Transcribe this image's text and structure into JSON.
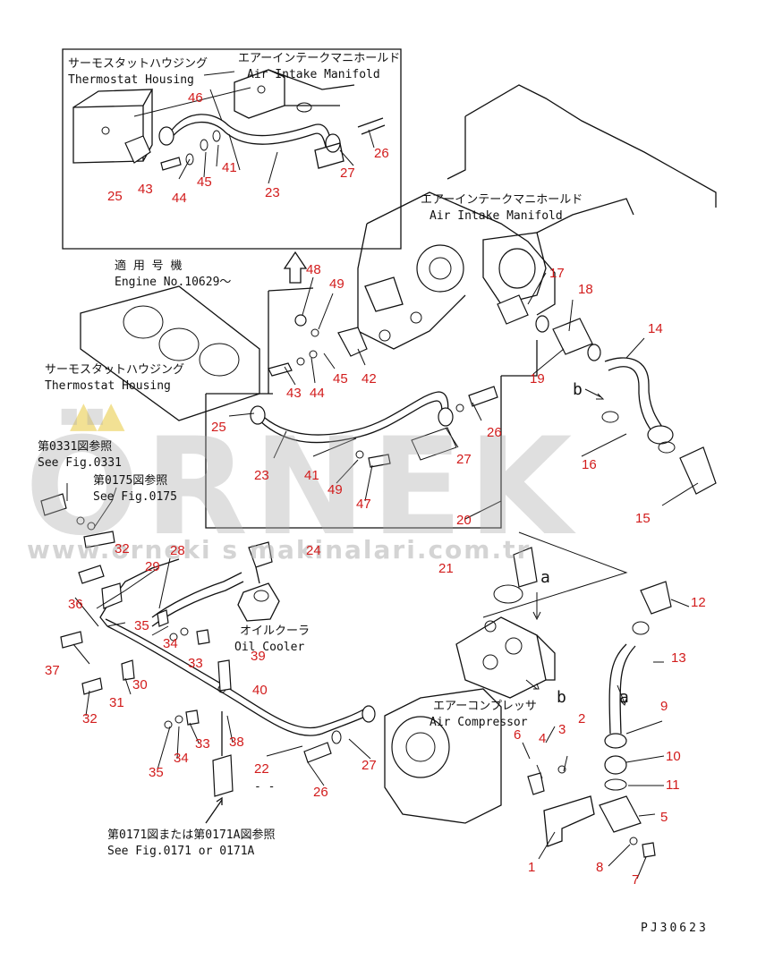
{
  "labels": {
    "thermo_jp_top": "サーモスタットハウジング",
    "thermo_en_top": "Thermostat Housing",
    "intake_jp_top": "エアーインテークマニホールド",
    "intake_en_top": "Air Intake Manifold",
    "intake_jp_mid": "エアーインテークマニホールド",
    "intake_en_mid": "Air Intake Manifold",
    "engine_jp": "適 用 号 機",
    "engine_en": "Engine No.10629～",
    "thermo_jp_mid": "サーモスタットハウジング",
    "thermo_en_mid": "Thermostat Housing",
    "ref_0331_jp": "第0331図参照",
    "ref_0331_en": "See Fig.0331",
    "ref_0175_jp": "第0175図参照",
    "ref_0175_en": "See Fig.0175",
    "oil_jp": "オイルクーラ",
    "oil_en": "Oil Cooler",
    "comp_jp": "エアーコンプレッサ",
    "comp_en": "Air Compressor",
    "ref_0171_jp": "第0171図または第0171A図参照",
    "ref_0171_en": "See Fig.0171 or 0171A",
    "letter_a1": "a",
    "letter_a2": "a",
    "letter_b1": "b",
    "letter_b2": "b",
    "dash_mark": "- -",
    "drawing_code": "PJ30623"
  },
  "watermark": {
    "brand": "ÖRNEK",
    "url": "www.orneki s makinalari.com.tr",
    "color": "#aaaaaa"
  },
  "part_numbers": {
    "p46": "46",
    "p25a": "25",
    "p43a": "43",
    "p44a": "44",
    "p45a": "45",
    "p41a": "41",
    "p23a": "23",
    "p27a": "27",
    "p26a": "26",
    "p48": "48",
    "p49a": "49",
    "p17": "17",
    "p18": "18",
    "p14": "14",
    "p43b": "43",
    "p44b": "44",
    "p45b": "45",
    "p42": "42",
    "p19": "19",
    "p25b": "25",
    "p26b": "26",
    "p23b": "23",
    "p41b": "41",
    "p27b": "27",
    "p16": "16",
    "p49b": "49",
    "p47": "47",
    "p20": "20",
    "p15": "15",
    "p32a": "32",
    "p24": "24",
    "p21": "21",
    "p28": "28",
    "p29": "29",
    "p12": "12",
    "p36": "36",
    "p35a": "35",
    "p34a": "34",
    "p13": "13",
    "p33a": "33",
    "p39": "39",
    "p37": "37",
    "p30": "30",
    "p40": "40",
    "p31": "31",
    "p9": "9",
    "p2": "2",
    "p3": "3",
    "p6": "6",
    "p4": "4",
    "p32b": "32",
    "p38": "38",
    "p33b": "33",
    "p34b": "34",
    "p10": "10",
    "p22": "22",
    "p27c": "27",
    "p35b": "35",
    "p11": "11",
    "p26c": "26",
    "p5": "5",
    "p1": "1",
    "p8": "8",
    "p7": "7"
  },
  "colors": {
    "callout": "#d21c1c",
    "line": "#111111"
  }
}
